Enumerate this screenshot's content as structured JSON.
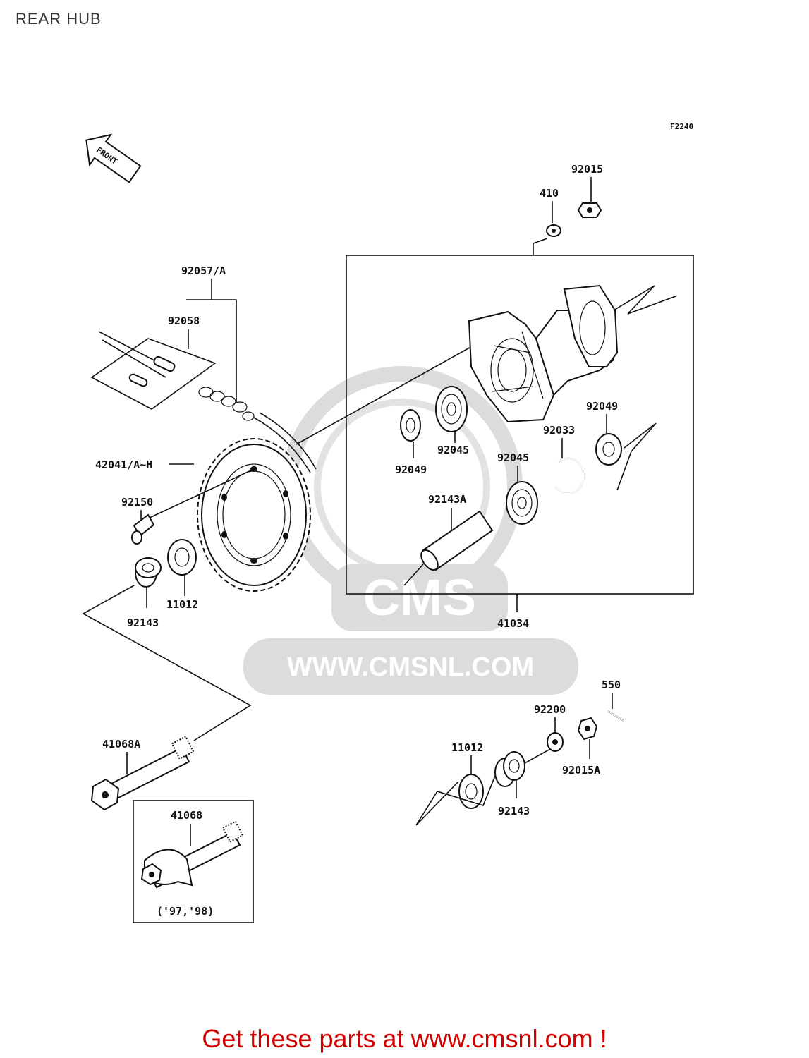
{
  "title": "REAR HUB",
  "figure_code": "F2240",
  "front_arrow_label": "FRONT",
  "watermark": {
    "logo_text": "CMS",
    "url_text": "WWW.CMSNL.COM",
    "color": "#d8d8d8"
  },
  "parts": {
    "p92015": "92015",
    "p410": "410",
    "p92057": "92057/A",
    "p92058": "92058",
    "p42041": "42041/A~H",
    "p92150": "92150",
    "p92049a": "92049",
    "p92045a": "92045",
    "p92049b": "92049",
    "p92033": "92033",
    "p92045b": "92045",
    "p92143A": "92143A",
    "p92143a": "92143",
    "p11012a": "11012",
    "p41034": "41034",
    "p41068A": "41068A",
    "p41068": "41068",
    "years": "('97,'98)",
    "p550": "550",
    "p92200": "92200",
    "p11012b": "11012",
    "p92015A": "92015A",
    "p92143b": "92143"
  },
  "footer": {
    "text": "Get these parts at www.cmsnl.com !",
    "color": "#d00000"
  }
}
